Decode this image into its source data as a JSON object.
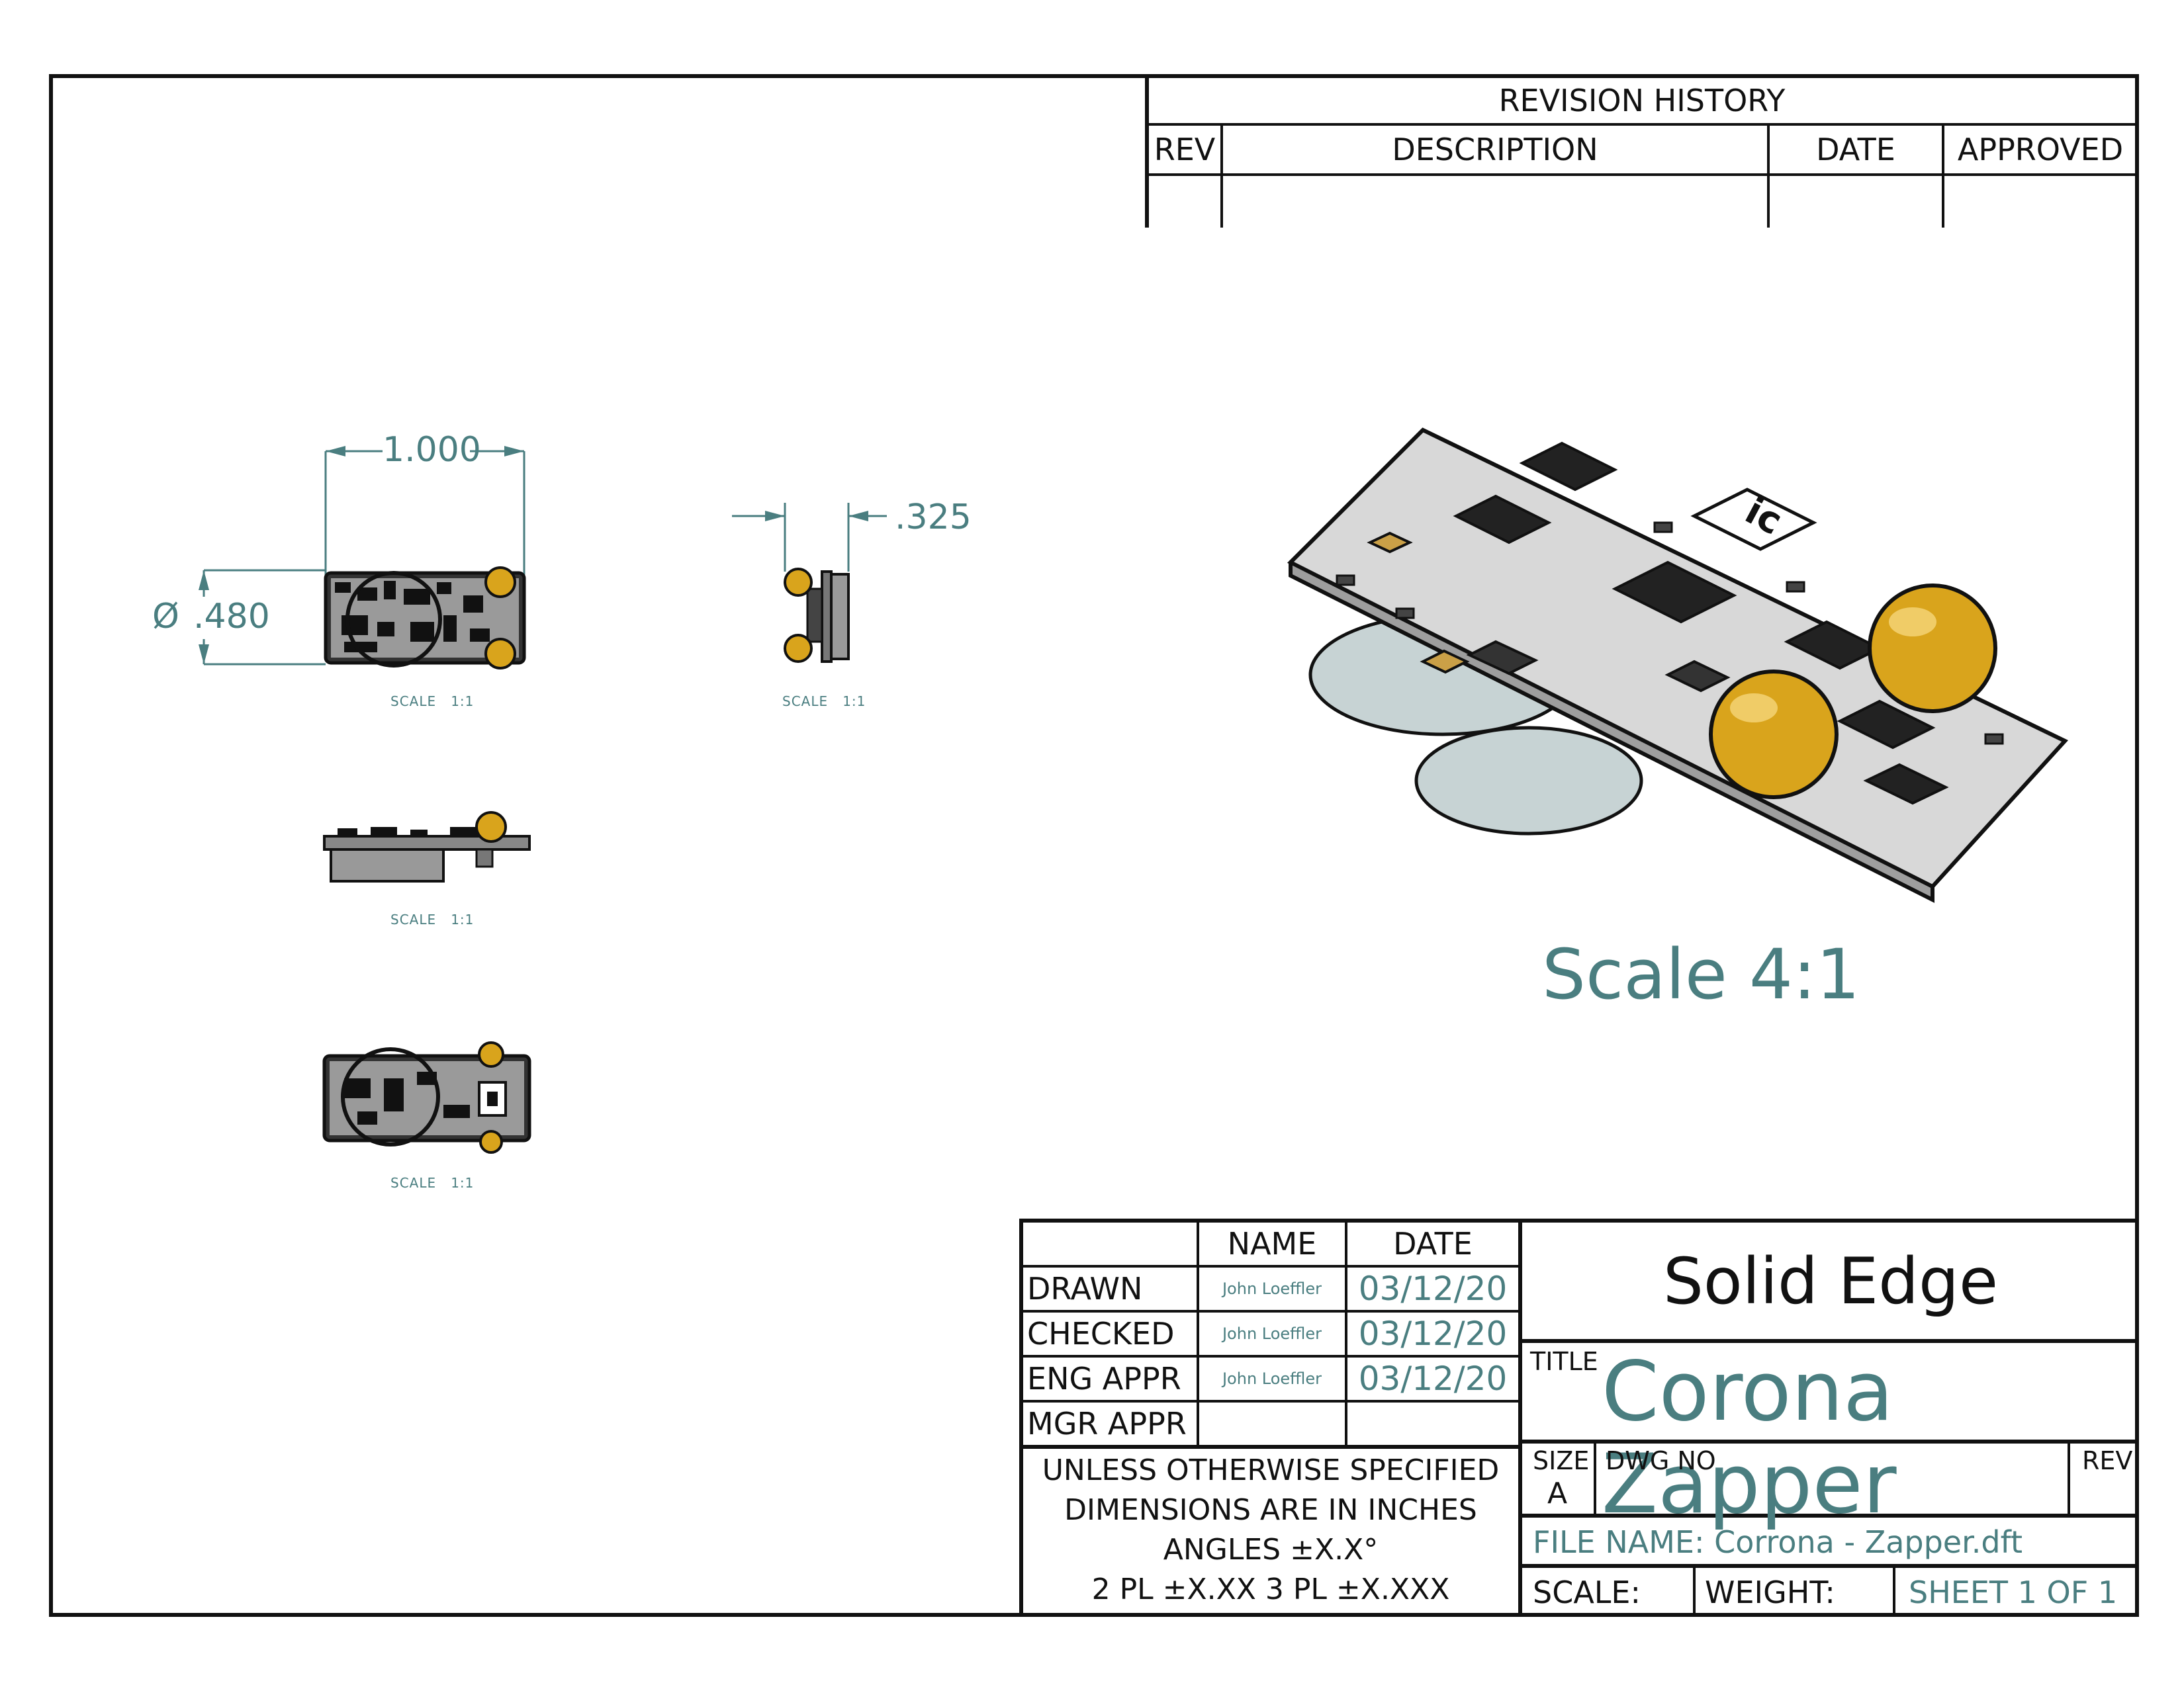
{
  "revision_history": {
    "title": "REVISION HISTORY",
    "columns": [
      "REV",
      "DESCRIPTION",
      "DATE",
      "APPROVED"
    ],
    "rows": []
  },
  "views": {
    "dimensions": {
      "width": "1.000",
      "diameter": ".480",
      "thickness": ".325"
    },
    "scale_small": "SCALE",
    "scale_small_value": "1:1",
    "iso_scale": "Scale 4:1",
    "board_marking": "ic"
  },
  "title_block": {
    "header": [
      "",
      "NAME",
      "DATE"
    ],
    "rows": [
      {
        "role": "DRAWN",
        "name": "John Loeffler",
        "date": "03/12/20"
      },
      {
        "role": "CHECKED",
        "name": "John Loeffler",
        "date": "03/12/20"
      },
      {
        "role": "ENG APPR",
        "name": "John Loeffler",
        "date": "03/12/20"
      },
      {
        "role": "MGR APPR",
        "name": "",
        "date": ""
      }
    ],
    "notes": [
      "UNLESS OTHERWISE SPECIFIED",
      "DIMENSIONS ARE IN INCHES",
      "ANGLES ±X.X°",
      "2 PL ±X.XX 3 PL ±X.XXX"
    ],
    "company": "Solid Edge",
    "title_label": "TITLE",
    "title": "Corona Zapper",
    "size_label": "SIZE",
    "size_value": "A",
    "dwg_no_label": "DWG NO",
    "rev_label": "REV",
    "file_name": "FILE NAME: Corrona - Zapper.dft",
    "scale_label": "SCALE:",
    "weight_label": "WEIGHT:",
    "sheet": "SHEET 1 OF 1"
  },
  "colors": {
    "teal": "#4a7e80",
    "gold": "#d9a41c",
    "board": "#d0d0d0",
    "ink": "#111111"
  }
}
